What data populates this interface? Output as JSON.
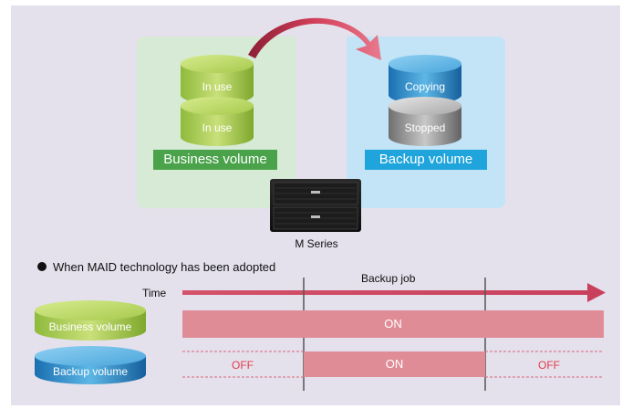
{
  "top": {
    "business_volume_label": "Business volume",
    "backup_volume_label": "Backup volume",
    "business_disk_top": "In use",
    "business_disk_bottom": "In use",
    "backup_disk_top": "Copying",
    "backup_disk_bottom": "Stopped",
    "storage_name": "M Series"
  },
  "timeline": {
    "heading": "When MAID technology has been adopted",
    "time_label": "Time",
    "backup_job_label": "Backup job",
    "business_row_label": "Business volume",
    "backup_row_label": "Backup volume",
    "business_on": "ON",
    "backup_off_before": "OFF",
    "backup_on": "ON",
    "backup_off_after": "OFF"
  },
  "colors": {
    "panel_bg": "#e4e1ec",
    "green_zone": "#d6ead6",
    "blue_zone": "#c2e4f6",
    "green_label": "#4aa34a",
    "blue_label": "#1fa4dc",
    "on_bar": "#e08c96",
    "arrow": "#d4526a"
  }
}
